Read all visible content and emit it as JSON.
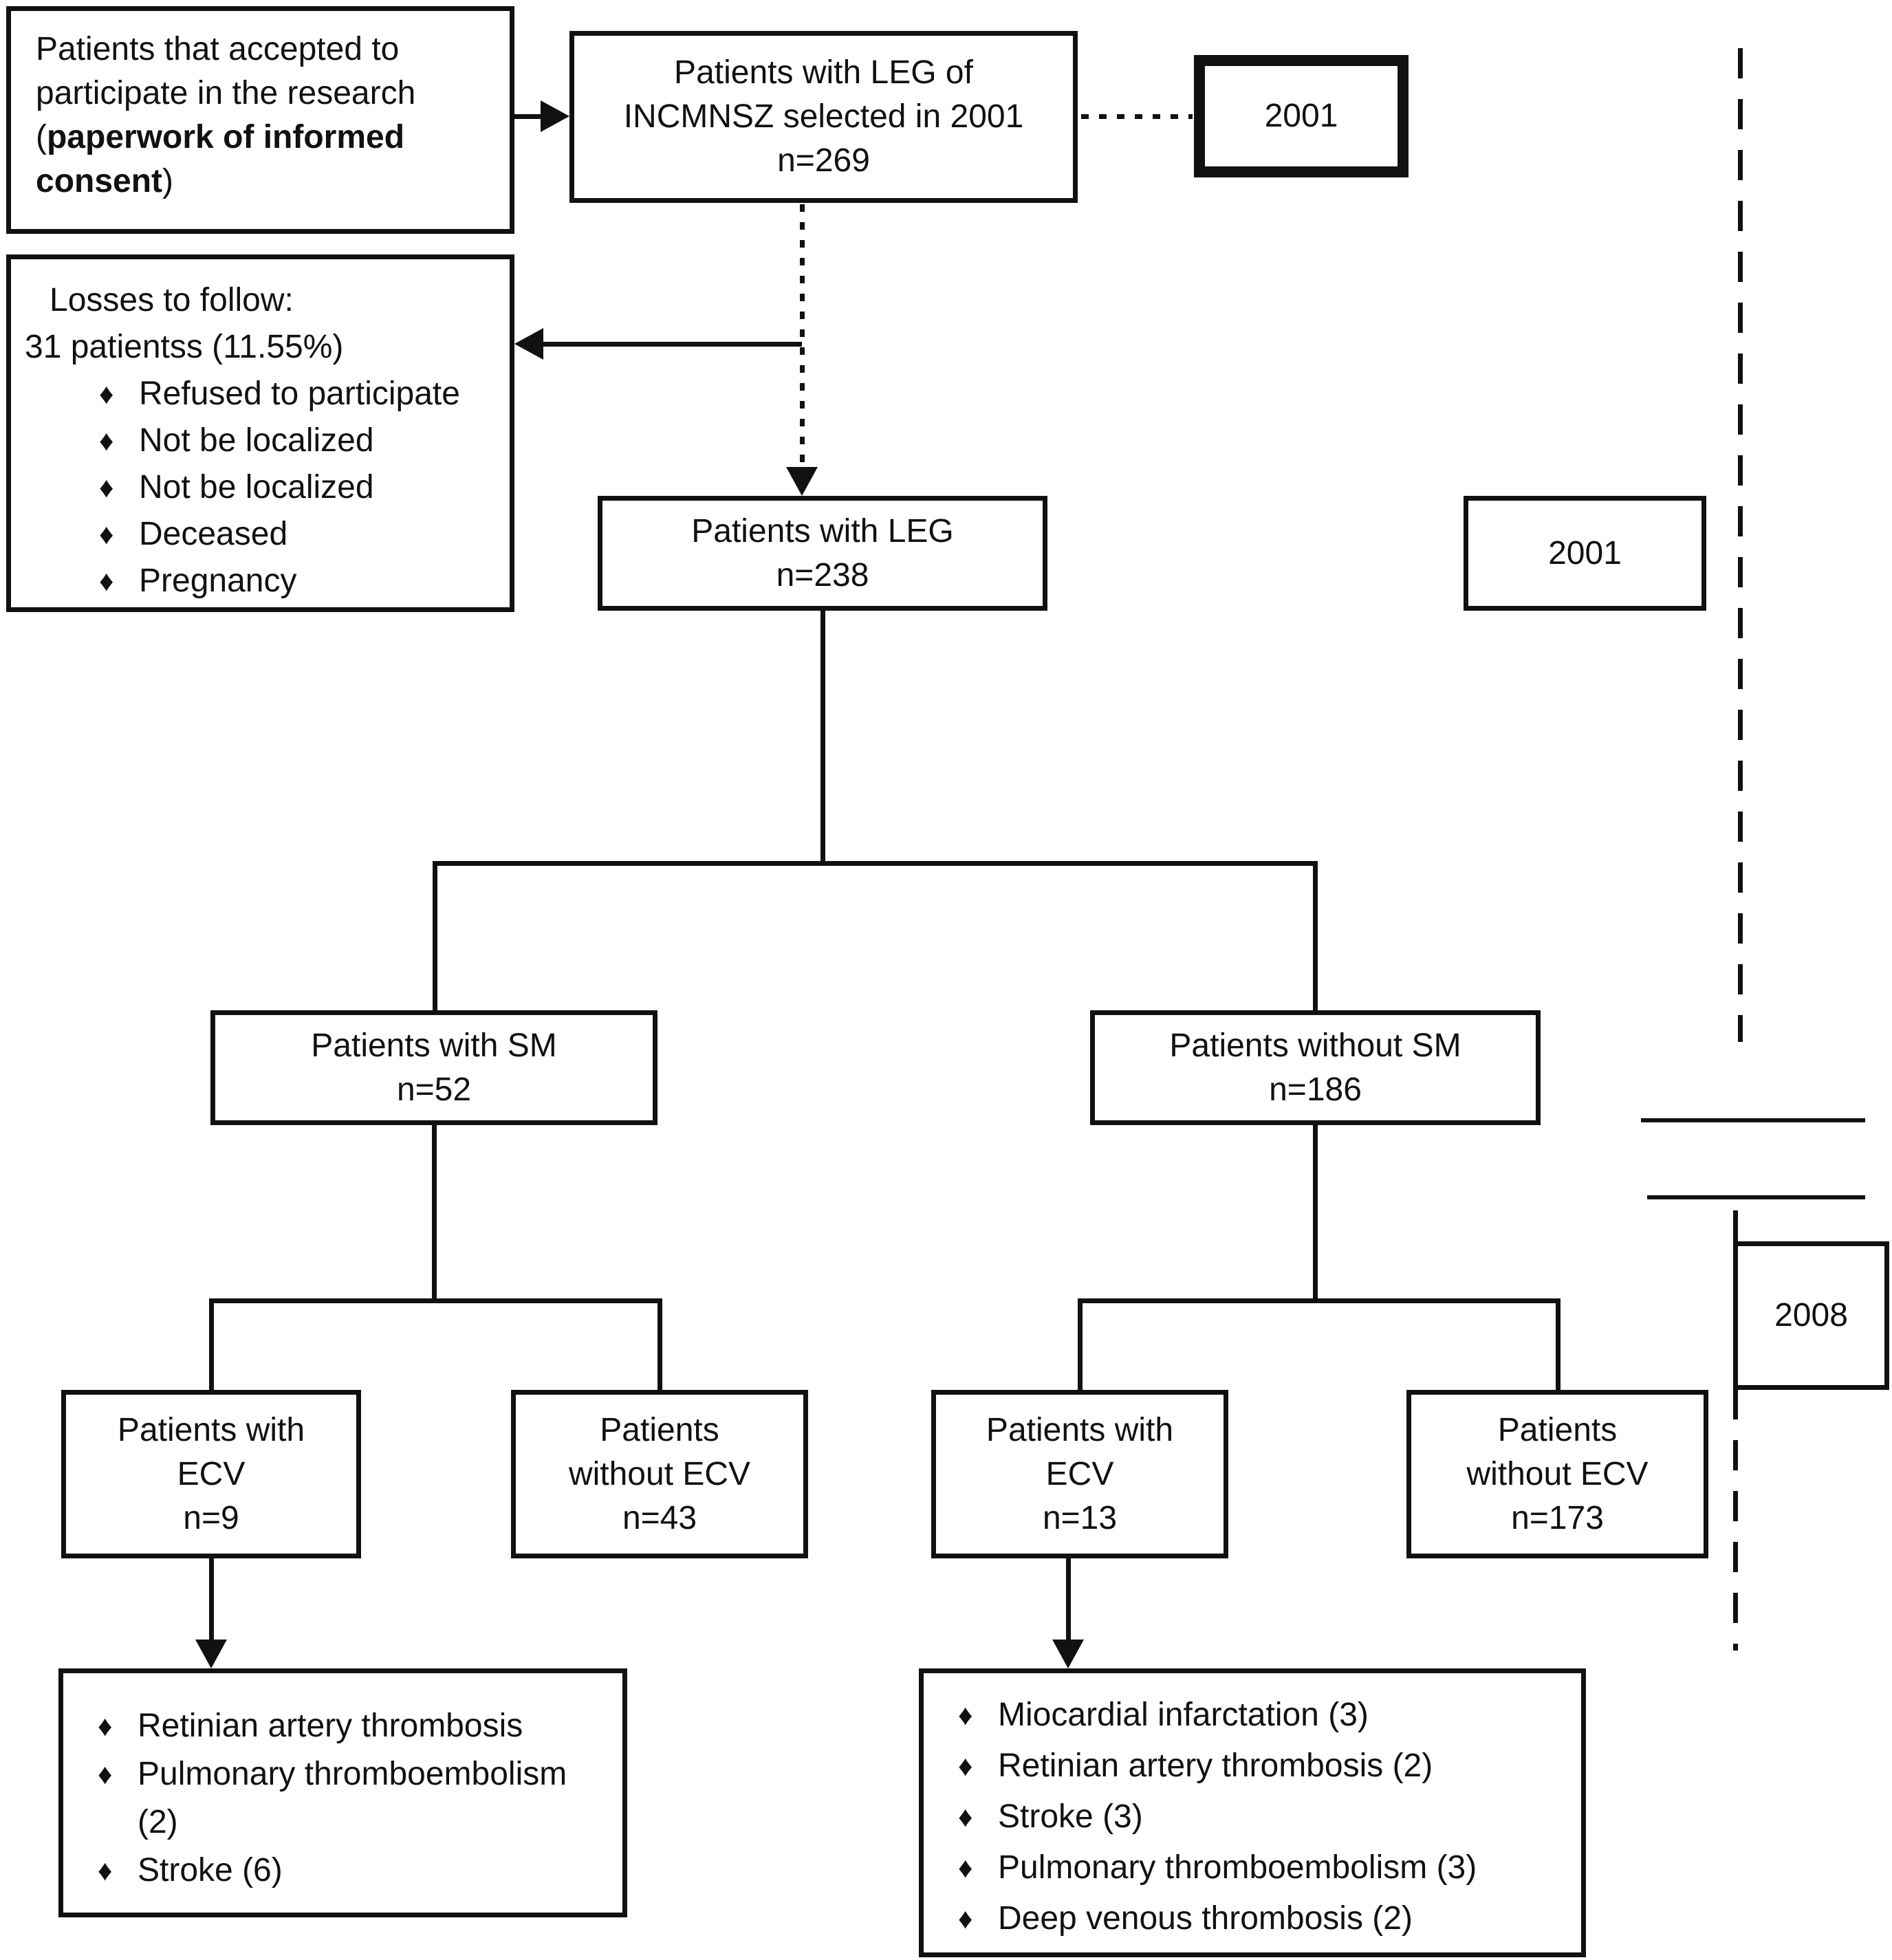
{
  "figure": {
    "background": "#ffffff",
    "line_color": "#111111",
    "bullet_glyph": "♦"
  },
  "boxes": {
    "accepted": {
      "text": "Patients that accepted to participate in the research (",
      "bold_text": "paperwork of informed consent",
      "suffix": ")"
    },
    "leg_selected": {
      "line1": "Patients with LEG of",
      "line2": "INCMNSZ selected in 2001",
      "count": "n=269"
    },
    "year_2001_top": {
      "label": "2001"
    },
    "losses": {
      "title": "Losses to follow:",
      "subtitle": "31 patientss (11.55%)",
      "items": [
        "Refused to participate",
        "Not be localized",
        "Not be localized",
        "Deceased",
        "Pregnancy"
      ]
    },
    "leg": {
      "line1": "Patients with LEG",
      "count": "n=238"
    },
    "year_2001_mid": {
      "label": "2001"
    },
    "with_sm": {
      "line1": "Patients with SM",
      "count": "n=52"
    },
    "without_sm": {
      "line1": "Patients without SM",
      "count": "n=186"
    },
    "with_ecv_sm": {
      "line1": "Patients with",
      "line2": "ECV",
      "count": "n=9"
    },
    "without_ecv_sm": {
      "line1": "Patients",
      "line2": "without ECV",
      "count": "n=43"
    },
    "with_ecv_nosm": {
      "line1": "Patients with",
      "line2": "ECV",
      "count": "n=13"
    },
    "without_ecv_nosm": {
      "line1": "Patients",
      "line2": "without ECV",
      "count": "n=173"
    },
    "year_2008": {
      "label": "2008"
    },
    "events_sm": {
      "items": [
        "Retinian artery thrombosis",
        "Pulmonary thromboembolism (2)",
        "Stroke (6)"
      ]
    },
    "events_nosm": {
      "items": [
        "Miocardial infarctation (3)",
        "Retinian artery thrombosis (2)",
        "Stroke (3)",
        "Pulmonary thromboembolism (3)",
        "Deep venous thrombosis (2)"
      ]
    }
  }
}
